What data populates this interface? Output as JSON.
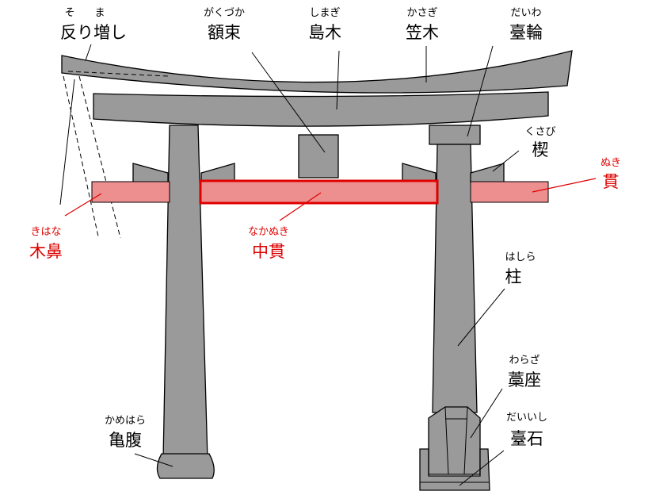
{
  "colors": {
    "stone": "#9a9a9a",
    "stone_dark": "#8c8c8c",
    "outline": "#000000",
    "highlight_fill": "#ee8f8f",
    "highlight_stroke": "#e00000",
    "label_black": "#000000",
    "label_red": "#dd0000"
  },
  "labels": {
    "sorimashi": {
      "ruby_so": "そ",
      "ruby_ma": "ま",
      "text": "反り増し"
    },
    "gakuzuka": {
      "ruby": "がくづか",
      "text": "額束"
    },
    "shimagi": {
      "ruby": "しまぎ",
      "text": "島木"
    },
    "kasagi": {
      "ruby": "かさぎ",
      "text": "笠木"
    },
    "daiwa": {
      "ruby": "だいわ",
      "text": "臺輪"
    },
    "kusabi": {
      "ruby": "くさび",
      "text": "楔"
    },
    "nuki": {
      "ruby": "ぬき",
      "text": "貫"
    },
    "kihana": {
      "ruby": "きはな",
      "text": "木鼻"
    },
    "nakanuki": {
      "ruby": "なかぬき",
      "text": "中貫"
    },
    "hashira": {
      "ruby": "はしら",
      "text": "柱"
    },
    "waraza": {
      "ruby": "わらざ",
      "text": "藁座"
    },
    "kamebara": {
      "ruby": "かめはら",
      "text": "亀腹"
    },
    "daiishi": {
      "ruby": "だいいし",
      "text": "臺石"
    }
  }
}
